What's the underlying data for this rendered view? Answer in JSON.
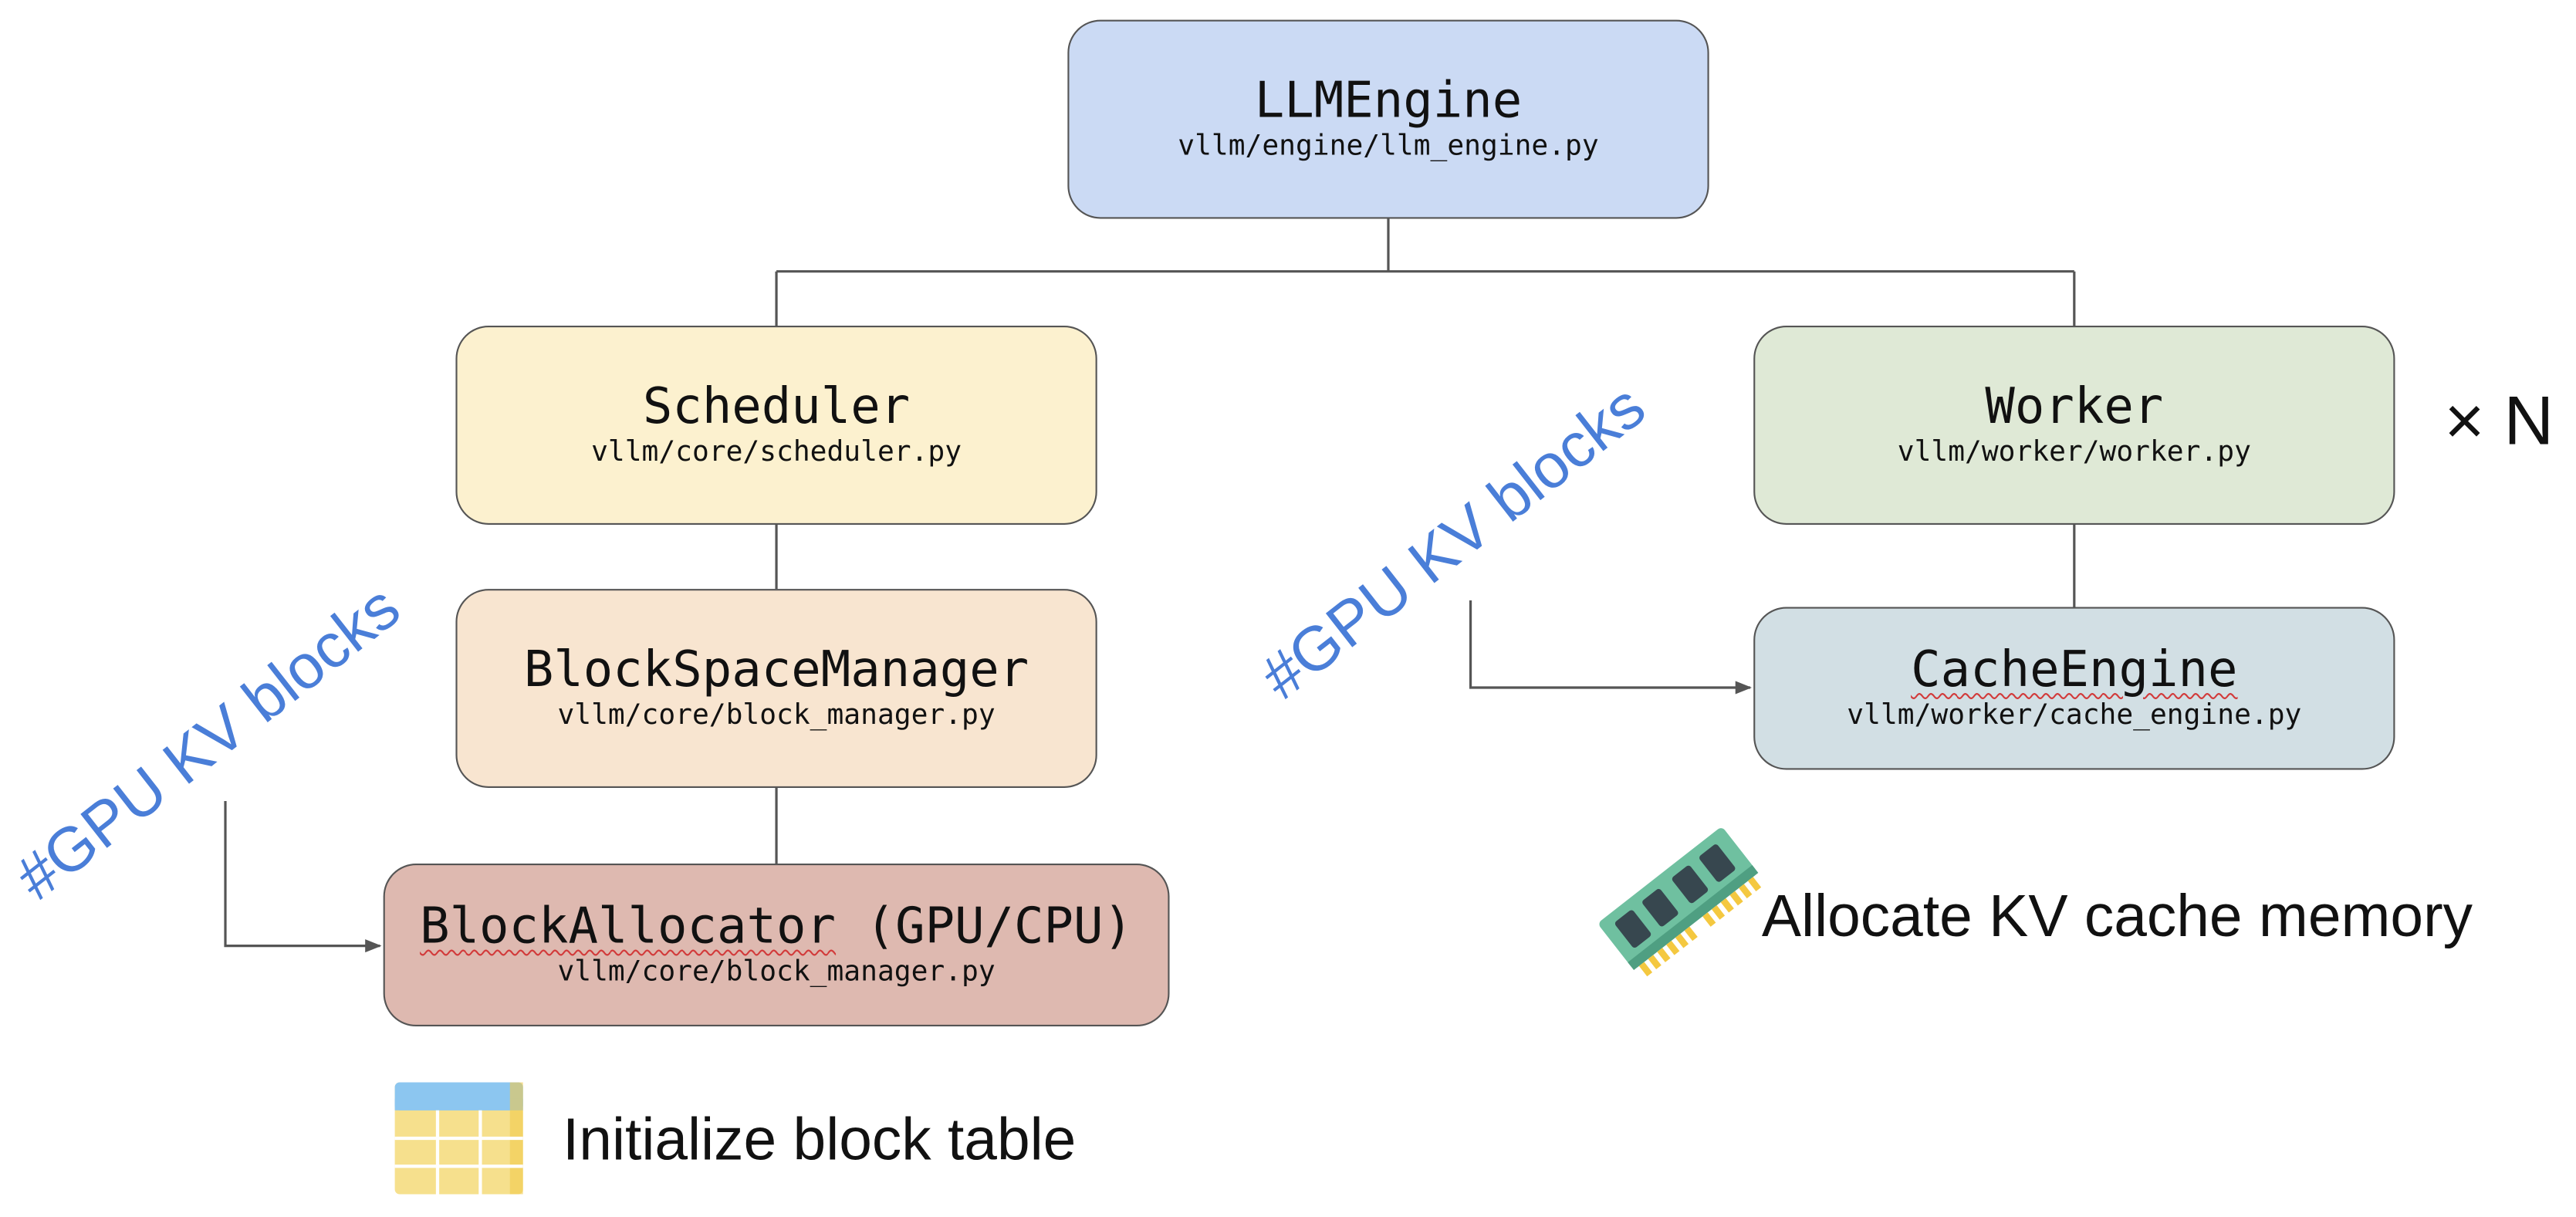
{
  "diagram": {
    "llm_engine": {
      "title": "LLMEngine",
      "path": "vllm/engine/llm_engine.py"
    },
    "scheduler": {
      "title": "Scheduler",
      "path": "vllm/core/scheduler.py"
    },
    "block_space": {
      "title": "BlockSpaceManager",
      "path": "vllm/core/block_manager.py"
    },
    "block_allocator": {
      "title_main": "BlockAllocator",
      "title_suffix": " (GPU/CPU)",
      "path": "vllm/core/block_manager.py"
    },
    "worker": {
      "title": "Worker",
      "path": "vllm/worker/worker.py",
      "multiplier": "× N"
    },
    "cache_engine": {
      "title": "CacheEngine",
      "path": "vllm/worker/cache_engine.py"
    },
    "labels": {
      "gpu_kv_left": "#GPU KV blocks",
      "gpu_kv_right": "#GPU KV blocks"
    },
    "captions": {
      "allocate": "Allocate KV cache memory",
      "initialize": "Initialize block table"
    },
    "icons": {
      "ram": "ram-memory-icon",
      "table": "table-grid-icon"
    },
    "colors": {
      "llm_engine": "#cbdaf4",
      "scheduler": "#fcf1cf",
      "block_space": "#f8e5d0",
      "block_allocator": "#deb9b0",
      "worker": "#dfe9d6",
      "cache_engine": "#d2dfe4",
      "accent_label": "#4a7ed8",
      "connector": "#555555"
    }
  }
}
